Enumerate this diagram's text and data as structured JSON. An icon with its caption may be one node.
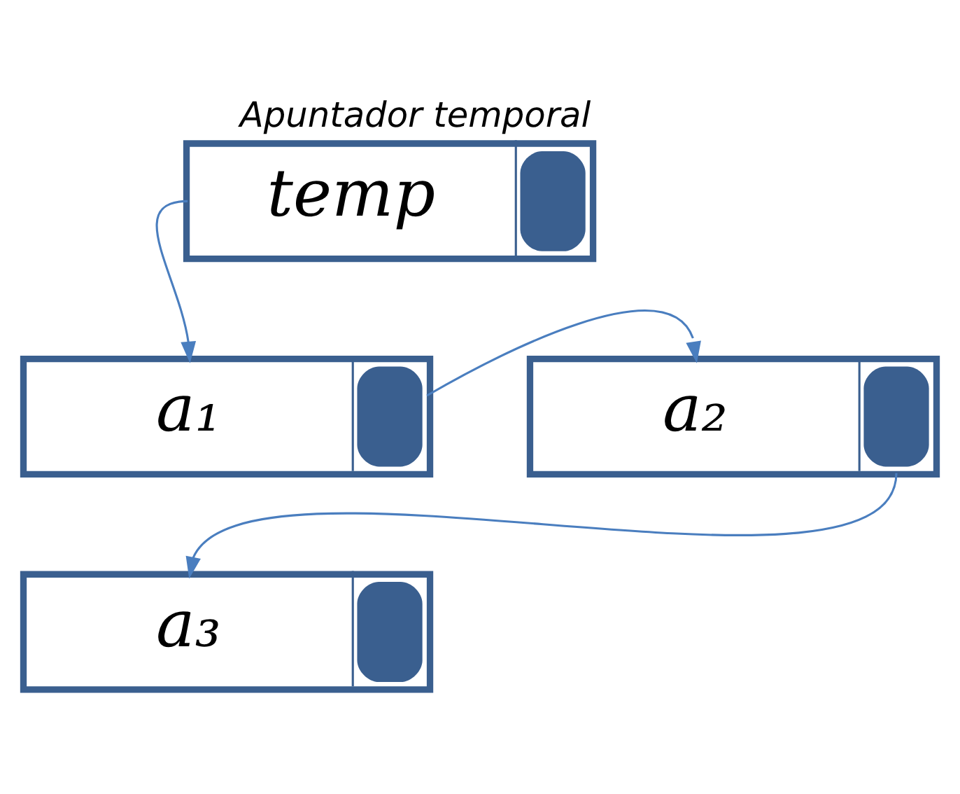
{
  "diagram": {
    "nodes": [
      {
        "text": [
          "temp"
        ],
        "beside": [
          "Apuntador temporal"
        ]
      },
      {
        "text": [
          "a₁"
        ]
      },
      {
        "text": [
          "a₂"
        ]
      },
      {
        "text": [
          "a₃"
        ]
      }
    ],
    "edges": [
      {
        "from": 0,
        "to": 1,
        "arrow": "to"
      },
      {
        "from": 1,
        "to": 2,
        "arrow": "to"
      },
      {
        "from": 2,
        "to": 3,
        "arrow": "to"
      }
    ]
  }
}
